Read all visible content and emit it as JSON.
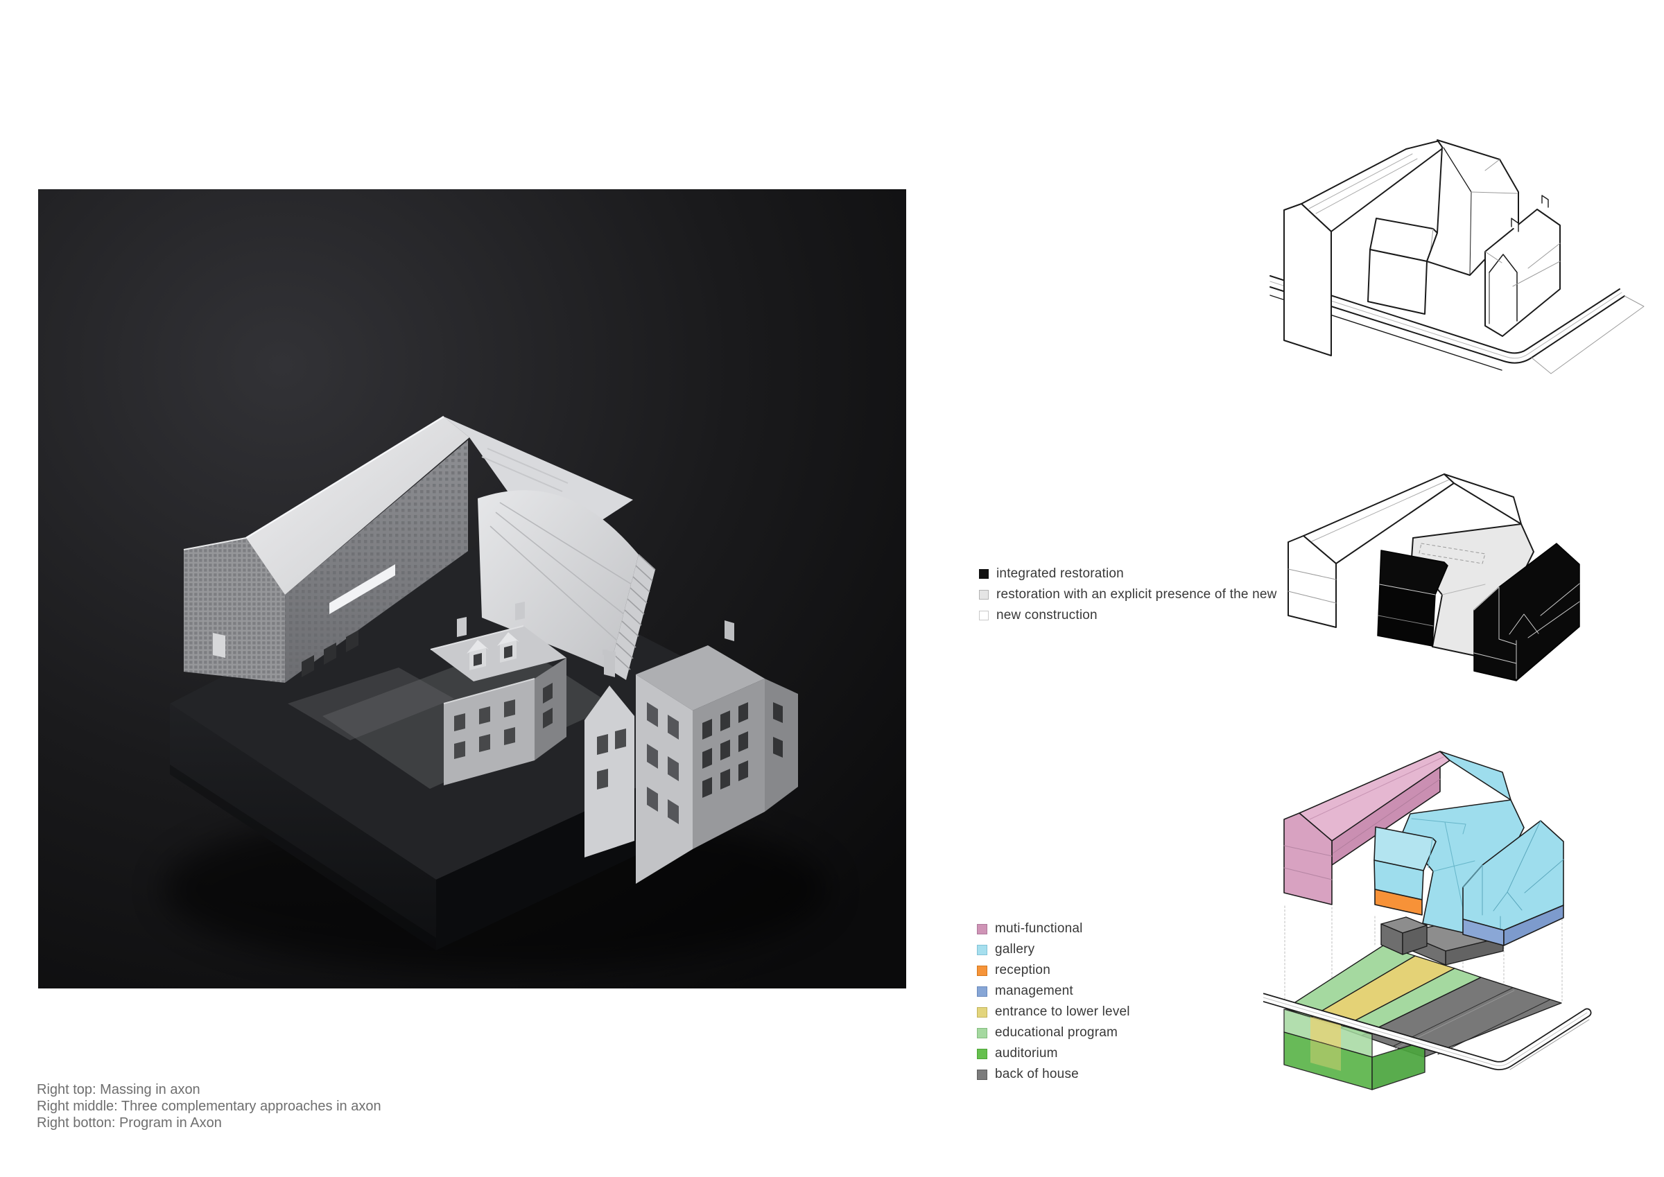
{
  "palette": {
    "page_bg": "#ffffff",
    "photo_bg": "#141416",
    "drawing_line": "#1a1a1a"
  },
  "approach_legend": {
    "items": [
      {
        "label": "integrated restoration",
        "color": "#111111",
        "border": "#111111"
      },
      {
        "label": "restoration with an explicit presence of the new",
        "color": "#e5e5e5",
        "border": "#b3b3b3"
      },
      {
        "label": "new construction",
        "color": "#ffffff",
        "border": "#c9c9c9"
      }
    ]
  },
  "program_legend": {
    "items": [
      {
        "label": "muti-functional",
        "color": "#cf94b6",
        "border": "#ad789a"
      },
      {
        "label": "gallery",
        "color": "#a6dfee",
        "border": "#82c2d6"
      },
      {
        "label": "reception",
        "color": "#f69439",
        "border": "#d3781f"
      },
      {
        "label": "management",
        "color": "#87a6d6",
        "border": "#6a8abc"
      },
      {
        "label": "entrance to lower level",
        "color": "#e3d57d",
        "border": "#c2b35c"
      },
      {
        "label": "educational program",
        "color": "#a5d9a0",
        "border": "#84bc7f"
      },
      {
        "label": "auditorium",
        "color": "#66c04e",
        "border": "#4da437"
      },
      {
        "label": "back of house",
        "color": "#7c7c7c",
        "border": "#5e5e5e"
      }
    ]
  },
  "captions": {
    "line1": "Right top: Massing in axon",
    "line2": "Right middle: Three complementary approaches in axon",
    "line3": "Right botton: Program in Axon"
  }
}
